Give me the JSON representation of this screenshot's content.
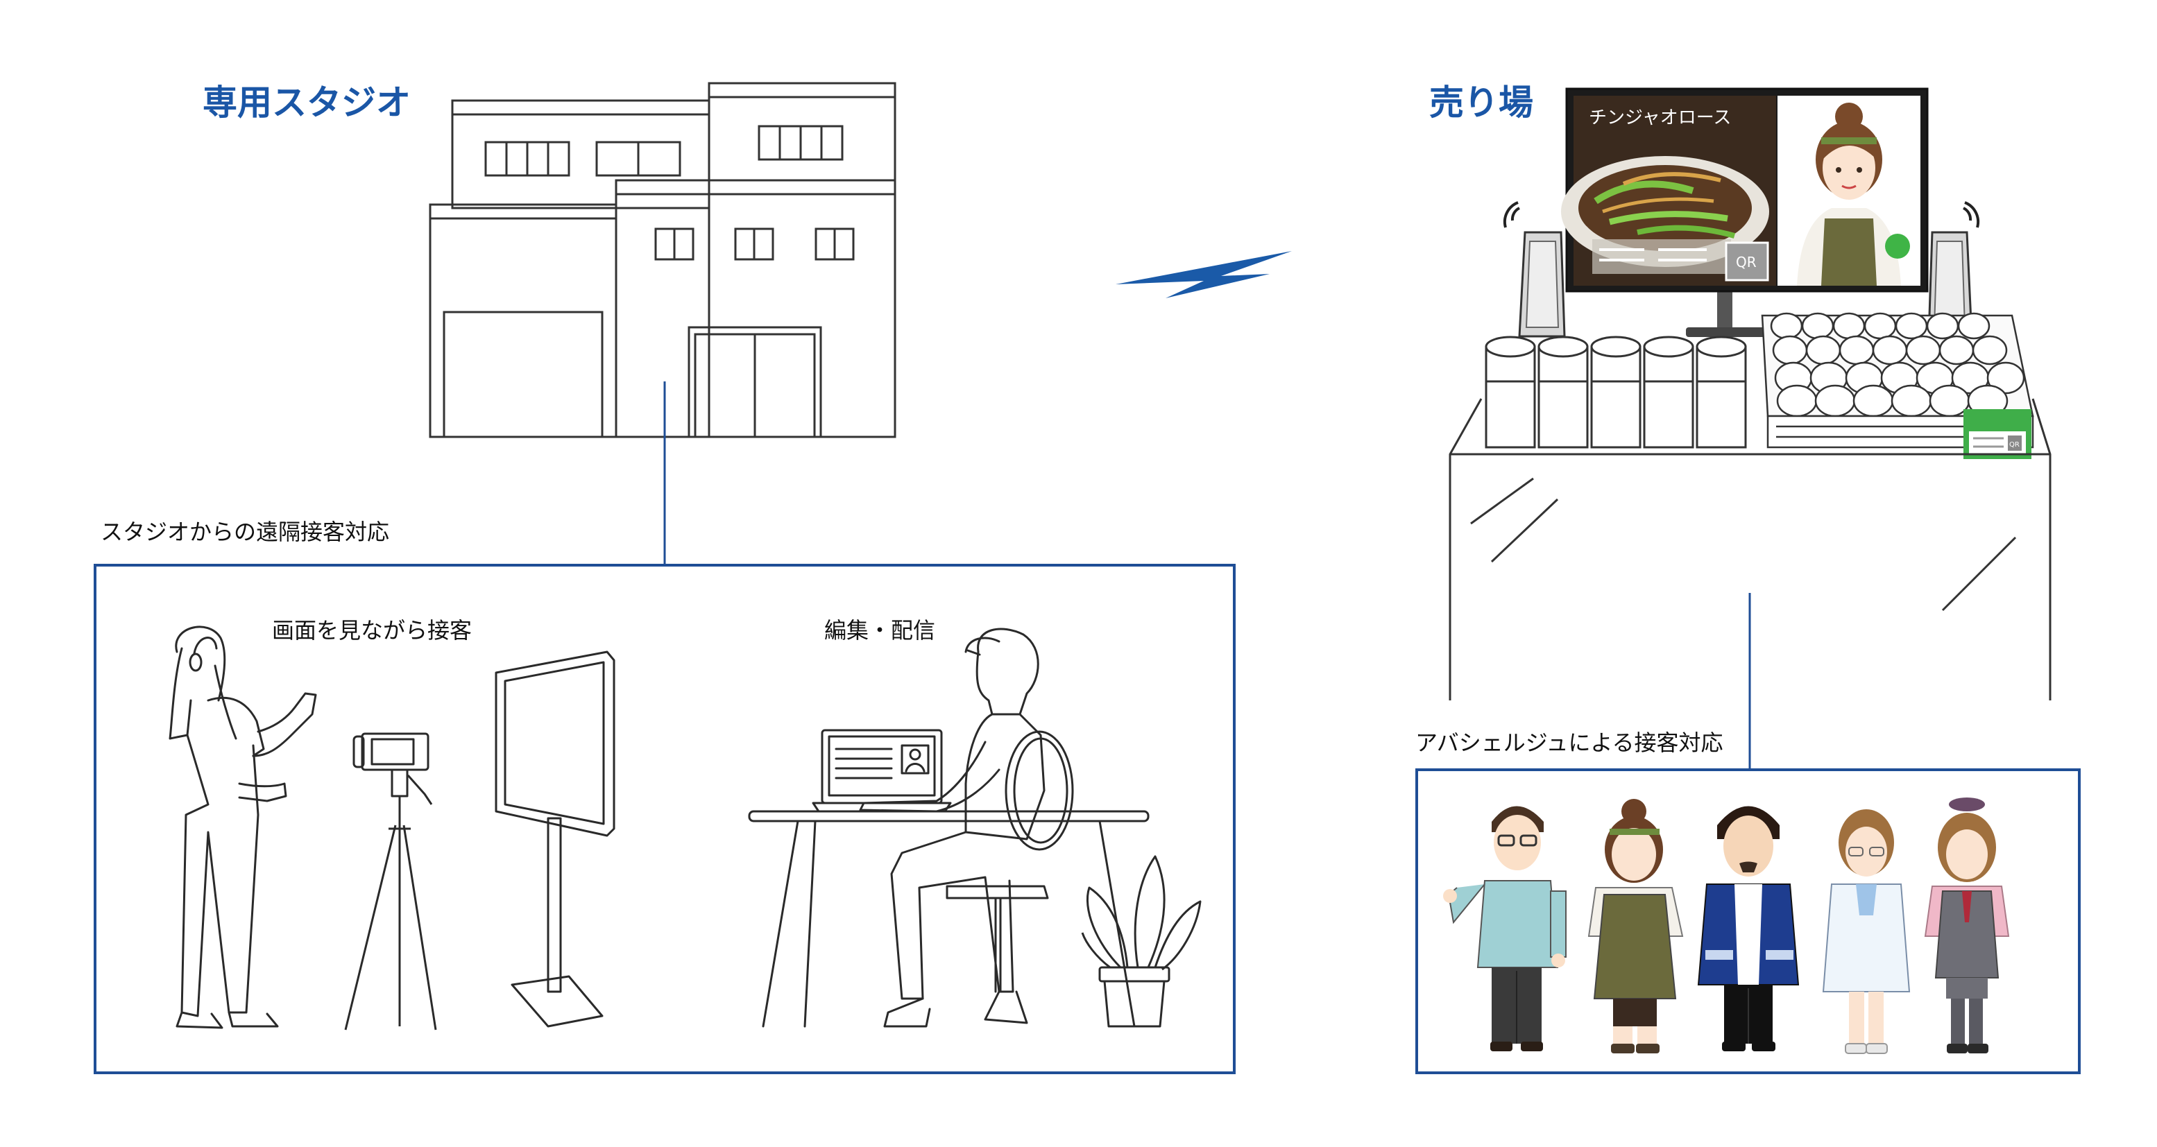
{
  "studio": {
    "title": "専用スタジオ",
    "remote_caption": "スタジオからの遠隔接客対応",
    "scene_left_caption": "画面を見ながら接客",
    "scene_right_caption": "編集・配信"
  },
  "store": {
    "title": "売り場",
    "screen_food_label": "チンジャオロース",
    "qr_label": "QR",
    "tag_qr_label": "QR",
    "avatar_caption": "アバシェルジュによる接客対応"
  },
  "colors": {
    "title_blue": "#1a56a6",
    "frame_blue": "#1f4e96",
    "line": "#2a2a2a",
    "lightning": "#1a5aa8",
    "tag_green": "#3fae49"
  }
}
